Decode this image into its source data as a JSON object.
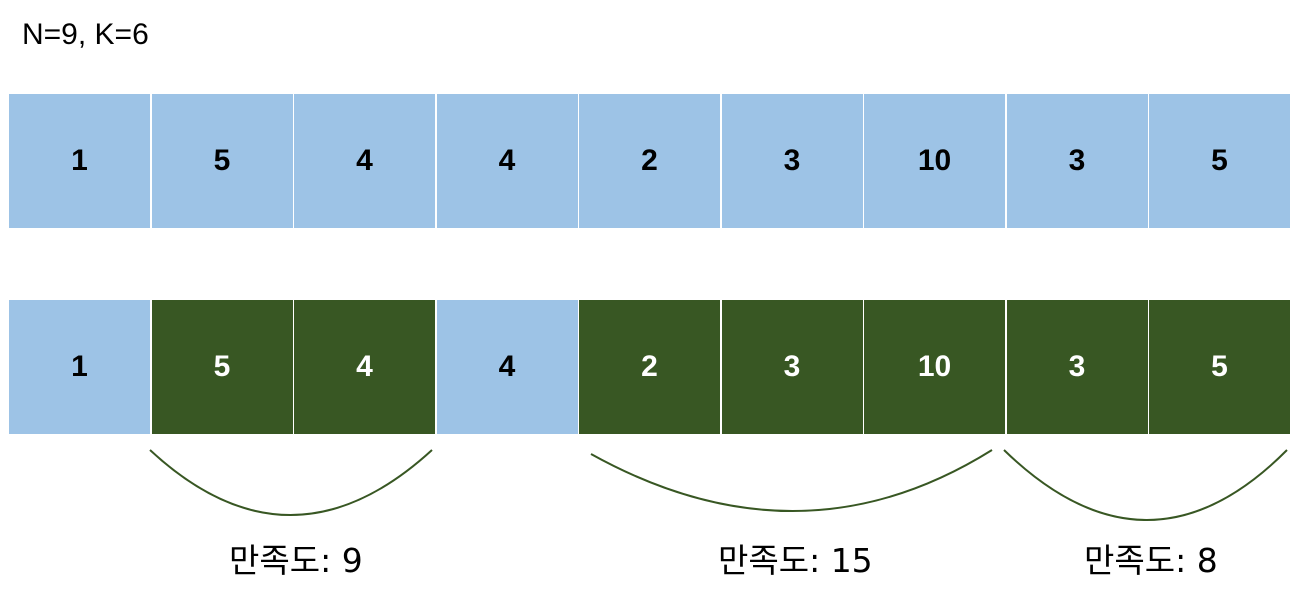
{
  "title": "N=9, K=6",
  "values": [
    "1",
    "5",
    "4",
    "4",
    "2",
    "3",
    "10",
    "3",
    "5"
  ],
  "colors": {
    "unselected": "#9DC3E6",
    "selected": "#385723",
    "arc": "#385723"
  },
  "bottom_row_selected": [
    false,
    true,
    true,
    false,
    true,
    true,
    true,
    true,
    true
  ],
  "groups": [
    {
      "label": "만족도: 9"
    },
    {
      "label": "만족도: 15"
    },
    {
      "label": "만족도: 8"
    }
  ]
}
